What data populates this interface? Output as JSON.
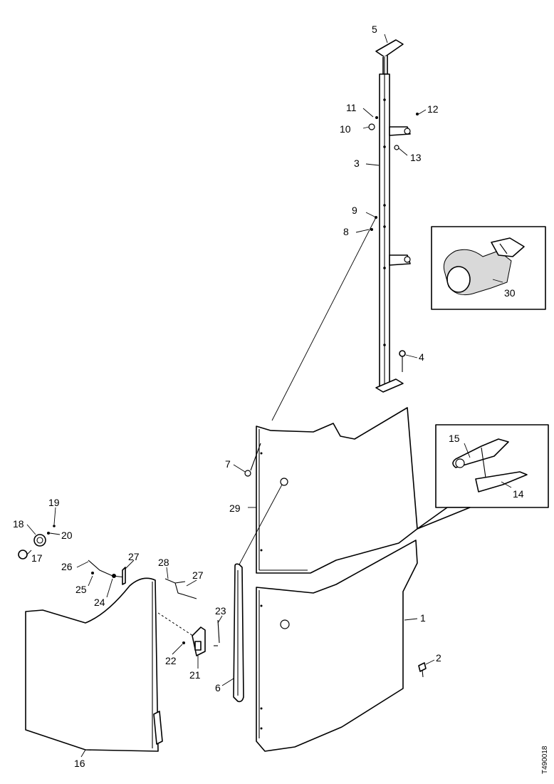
{
  "diagram": {
    "labels": {
      "l1": "1",
      "l2": "2",
      "l3": "3",
      "l4": "4",
      "l5": "5",
      "l6": "6",
      "l7": "7",
      "l8": "8",
      "l9": "9",
      "l10": "10",
      "l11": "11",
      "l12": "12",
      "l13": "13",
      "l14": "14",
      "l15": "15",
      "l16": "16",
      "l17": "17",
      "l18": "18",
      "l19": "19",
      "l20": "20",
      "l21": "21",
      "l22": "22",
      "l23": "23",
      "l24": "24",
      "l25": "25",
      "l26": "26",
      "l27a": "27",
      "l27b": "27",
      "l28": "28",
      "l29": "29",
      "l30": "30"
    },
    "reference_number": "T490018"
  }
}
